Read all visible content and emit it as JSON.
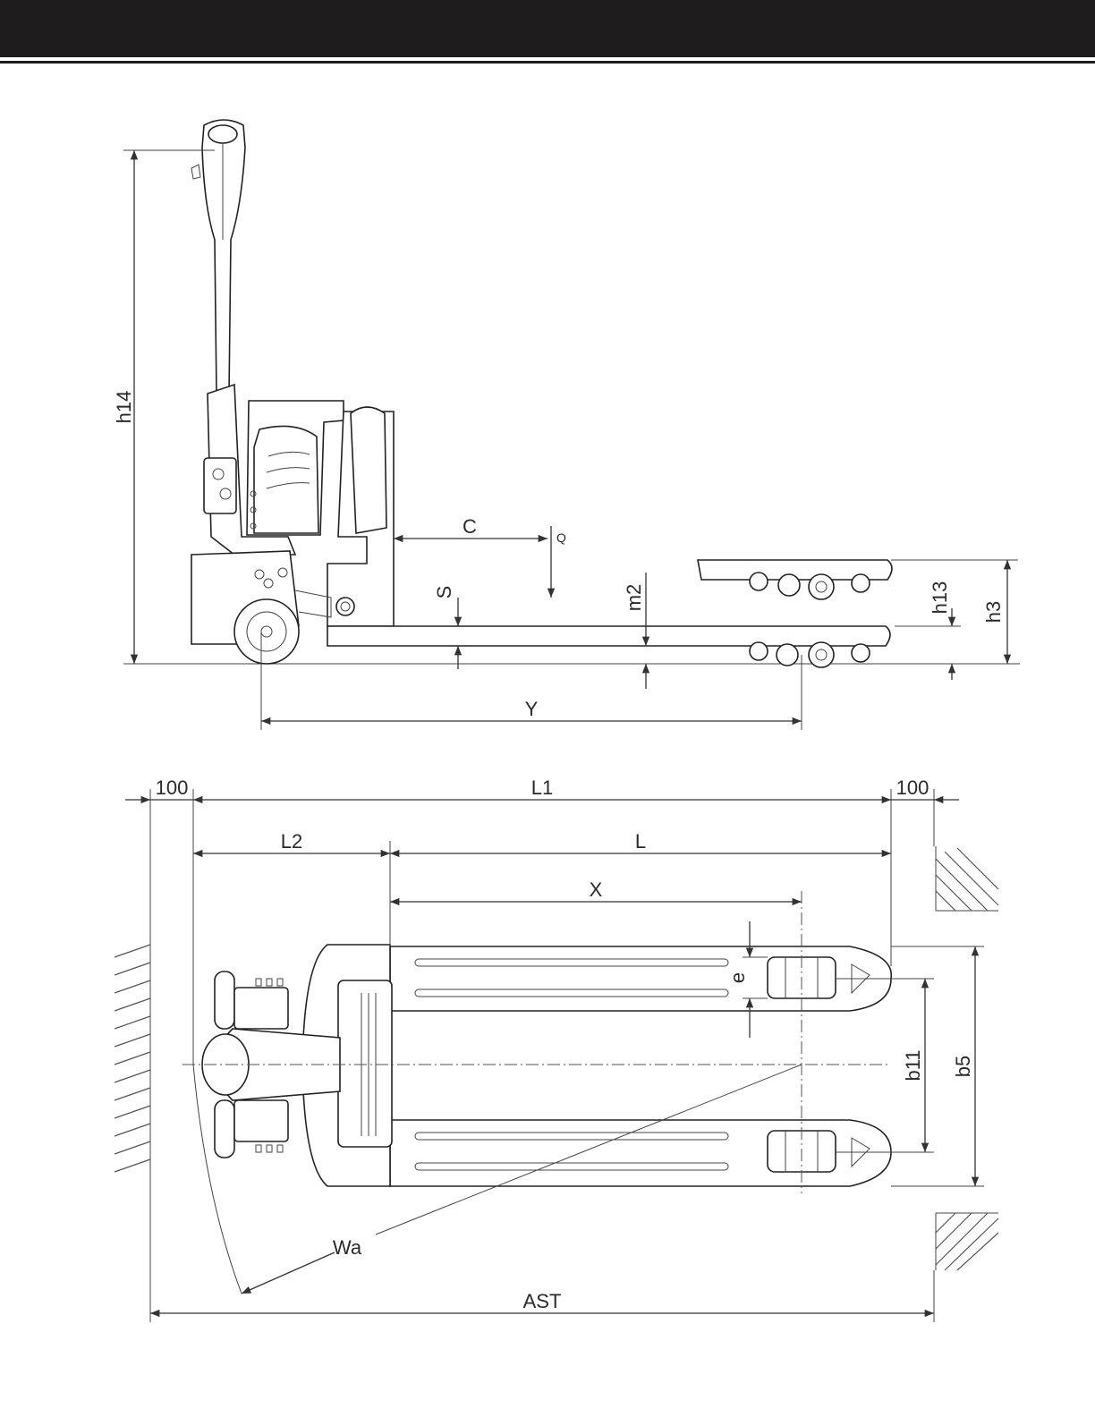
{
  "side_view": {
    "labels": {
      "h14": "h14",
      "C": "C",
      "Q": "Q",
      "S": "S",
      "m2": "m2",
      "h13": "h13",
      "h3": "h3",
      "Y": "Y"
    }
  },
  "top_view": {
    "labels": {
      "clear_left": "100",
      "L1": "L1",
      "clear_right": "100",
      "L2": "L2",
      "L": "L",
      "X": "X",
      "e": "e",
      "b11": "b11",
      "b5": "b5",
      "Wa": "Wa",
      "AST": "AST"
    }
  }
}
